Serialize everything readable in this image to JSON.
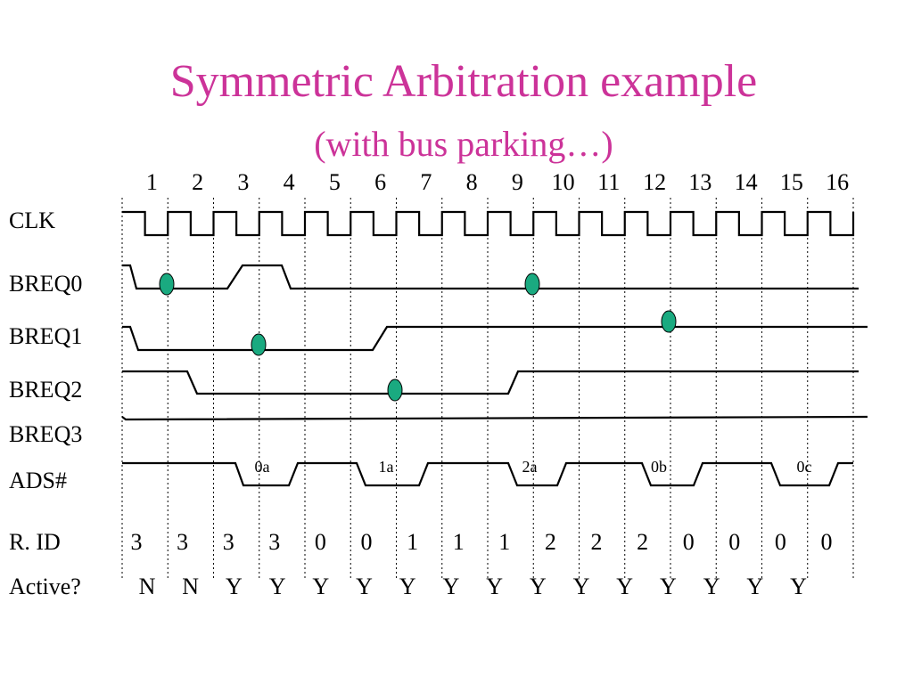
{
  "title": "Symmetric Arbitration example",
  "subtitle": "(with bus parking…)",
  "colors": {
    "title": "#cc3399",
    "dot": "#1aaa80",
    "signal": "#000000"
  },
  "clock_numbers": [
    "1",
    "2",
    "3",
    "4",
    "5",
    "6",
    "7",
    "8",
    "9",
    "10",
    "11",
    "12",
    "13",
    "14",
    "15",
    "16"
  ],
  "signal_labels": {
    "clk": "CLK",
    "breq0": "BREQ0",
    "breq1": "BREQ1",
    "breq2": "BREQ2",
    "breq3": "BREQ3",
    "ads": "ADS#"
  },
  "transaction_labels": [
    "0a",
    "1a",
    "2a",
    "0b",
    "0c"
  ],
  "rid_label": "R. ID",
  "rid_values": [
    "3",
    "3",
    "3",
    "3",
    "0",
    "0",
    "1",
    "1",
    "1",
    "2",
    "2",
    "2",
    "0",
    "0",
    "0",
    "0"
  ],
  "active_label": "Active?",
  "active_values": [
    "N",
    "N",
    "Y",
    "Y",
    "Y",
    "Y",
    "Y",
    "Y",
    "Y",
    "Y",
    "Y",
    "Y",
    "Y",
    "Y",
    "Y",
    "Y"
  ]
}
